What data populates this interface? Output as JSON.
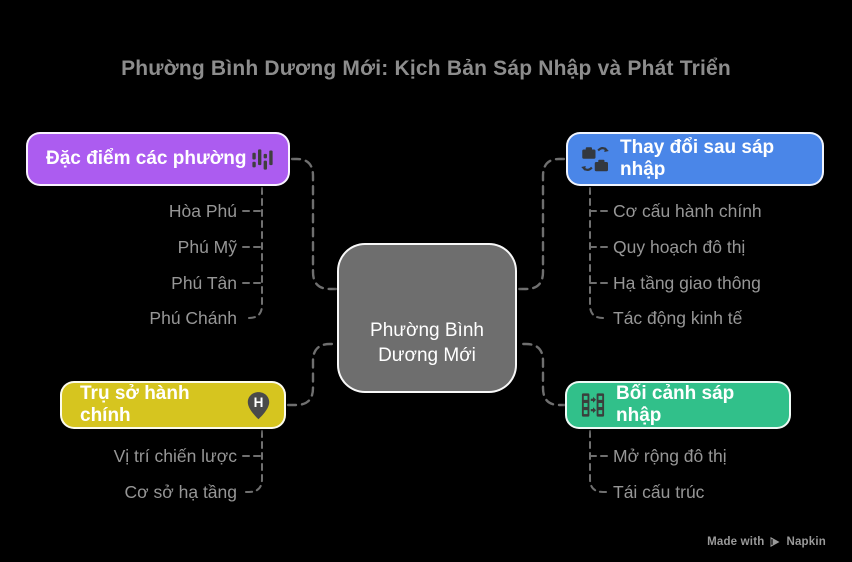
{
  "title": "Phường Bình Dương Mới: Kịch Bản Sáp Nhập và Phát Triển",
  "center": {
    "label": "Phường Bình Dương Mới",
    "color": "#6e6e6e"
  },
  "branches": [
    {
      "label": "Đặc điểm các phường",
      "color": "#ac5cf0",
      "icon": "candlestick-chart-icon",
      "items": [
        "Hòa Phú",
        "Phú Mỹ",
        "Phú Tân",
        "Phú Chánh"
      ]
    },
    {
      "label": "Thay đổi sau sáp nhập",
      "color": "#4a86e8",
      "icon": "briefcase-swap-icon",
      "items": [
        "Cơ cấu hành chính",
        "Quy hoạch đô thị",
        "Hạ tầng giao thông",
        "Tác động kinh tế"
      ]
    },
    {
      "label": "Trụ sở hành chính",
      "color": "#d6c51f",
      "icon": "location-pin-icon",
      "items": [
        "Vị trí chiến lược",
        "Cơ sở hạ tầng"
      ]
    },
    {
      "label": "Bối cảnh sáp nhập",
      "color": "#31c08a",
      "icon": "film-transfer-icon",
      "items": [
        "Mở rộng đô thị",
        "Tái cấu trúc"
      ]
    }
  ],
  "connector_color": "#6f6f6f",
  "footer": {
    "made_with": "Made with",
    "brand": "Napkin"
  }
}
